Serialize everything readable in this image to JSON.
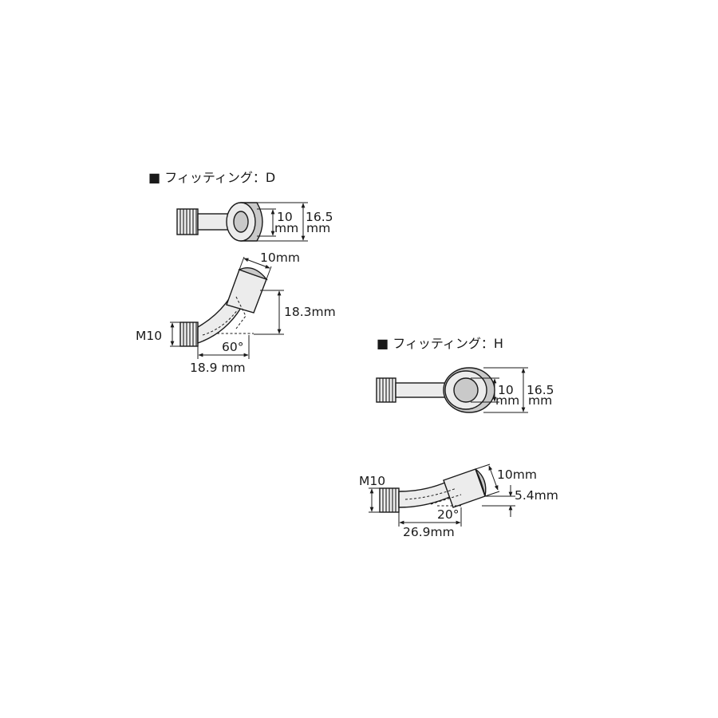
{
  "colors": {
    "ink": "#1a1a1a",
    "metal": "#ececec",
    "metal_shade": "#c9c9c9",
    "background": "#ffffff"
  },
  "fitting_d": {
    "title": "■ フィッティング：D",
    "top_view": {
      "inner_dim_value": "10",
      "inner_dim_unit": "mm",
      "outer_dim_value": "16.5",
      "outer_dim_unit": "mm"
    },
    "side_view": {
      "banjo_dim": "10mm",
      "height_dim": "18.3mm",
      "thread_label": "M10",
      "angle": "60°",
      "length_dim": "18.9 mm"
    }
  },
  "fitting_h": {
    "title": "■ フィッティング：H",
    "top_view": {
      "inner_dim_value": "10",
      "inner_dim_unit": "mm",
      "outer_dim_value": "16.5",
      "outer_dim_unit": "mm"
    },
    "side_view": {
      "banjo_dim": "10mm",
      "height_dim": "5.4mm",
      "thread_label": "M10",
      "angle": "20°",
      "length_dim": "26.9mm"
    }
  }
}
